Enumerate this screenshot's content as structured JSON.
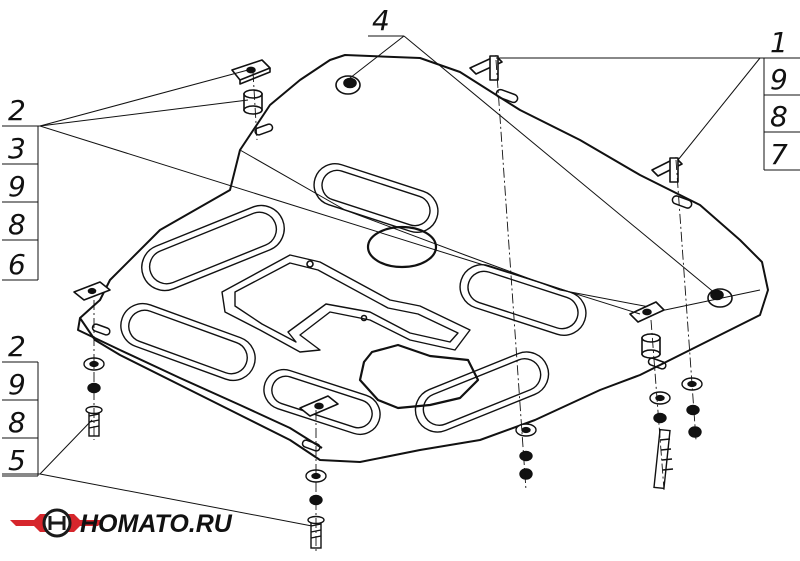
{
  "diagram": {
    "callouts": {
      "top_center": [
        "4"
      ],
      "top_right": [
        "1",
        "9",
        "8",
        "7"
      ],
      "left_upper": [
        "2",
        "3",
        "9",
        "8",
        "6"
      ],
      "left_lower": [
        "2",
        "9",
        "8",
        "5"
      ]
    }
  },
  "logo": {
    "text": "HOMATO.RU",
    "colors": {
      "red": "#d6262c",
      "dark": "#1a1a1a"
    }
  },
  "colors": {
    "line": "#111111",
    "background": "#ffffff"
  }
}
